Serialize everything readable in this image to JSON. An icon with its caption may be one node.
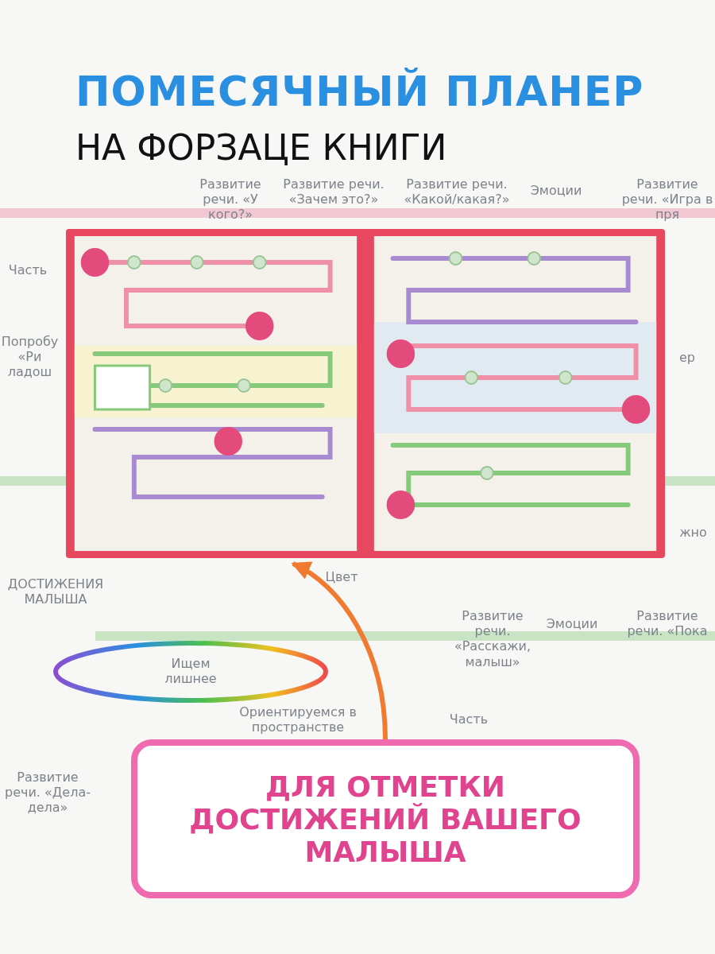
{
  "diagram": {
    "title": "ПОМЕСЯЧНЫЙ ПЛАНЕР",
    "nodes": [
      {
        "text": [],
        "shape": "picture"
      },
      {
        "text": [
          "ДЛЯ ОТМЕТКИ ДОСТИЖЕНИЙ ВАШЕГО МАЛЫША"
        ]
      }
    ],
    "edges": [
      {
        "from": 1,
        "to": 0,
        "arrow": "to"
      }
    ],
    "labels": [
      "НА ФОРЗАЦЕ КНИГИ",
      "Развитие речи. «У кого?»",
      "Развитие речи. «Зачем это?»",
      "Развитие речи. «Какой/какая?»",
      "Эмоции",
      "Развитие речи. «Игра в пря",
      "Часть",
      "Попробу «Ри ладош",
      "ер",
      "ДОСТИЖЕНИЯ МАЛЫША",
      "Цвет",
      "Развитие речи. «Расскажи, малыш»",
      "Эмоции",
      "Развитие речи. «Пока",
      "жно",
      "Ищем лишнее",
      "Ориентируемся в пространстве",
      "Часть",
      "Развитие речи. «Дела-дела»"
    ]
  }
}
